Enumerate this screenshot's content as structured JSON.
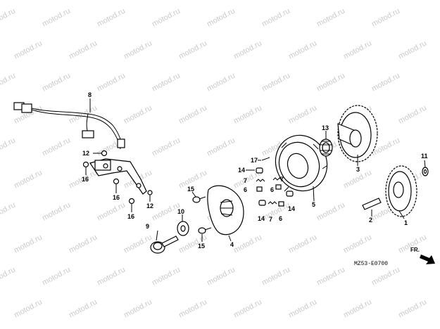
{
  "watermark": "motod.ru",
  "diagram_code": "MZ53-E0700",
  "direction_label": "FR.",
  "callouts": [
    {
      "id": "1",
      "label": "1"
    },
    {
      "id": "2",
      "label": "2"
    },
    {
      "id": "3",
      "label": "3"
    },
    {
      "id": "4",
      "label": "4"
    },
    {
      "id": "5",
      "label": "5"
    },
    {
      "id": "6a",
      "label": "6"
    },
    {
      "id": "6b",
      "label": "6"
    },
    {
      "id": "6c",
      "label": "6"
    },
    {
      "id": "7a",
      "label": "7"
    },
    {
      "id": "7b",
      "label": "7"
    },
    {
      "id": "7c",
      "label": "7"
    },
    {
      "id": "8",
      "label": "8"
    },
    {
      "id": "9",
      "label": "9"
    },
    {
      "id": "10",
      "label": "10"
    },
    {
      "id": "11",
      "label": "11"
    },
    {
      "id": "12a",
      "label": "12"
    },
    {
      "id": "12b",
      "label": "12"
    },
    {
      "id": "13",
      "label": "13"
    },
    {
      "id": "14a",
      "label": "14"
    },
    {
      "id": "14b",
      "label": "14"
    },
    {
      "id": "14c",
      "label": "14"
    },
    {
      "id": "15a",
      "label": "15"
    },
    {
      "id": "15b",
      "label": "15"
    },
    {
      "id": "16a",
      "label": "16"
    },
    {
      "id": "16b",
      "label": "16"
    },
    {
      "id": "16c",
      "label": "16"
    },
    {
      "id": "17",
      "label": "17"
    }
  ]
}
